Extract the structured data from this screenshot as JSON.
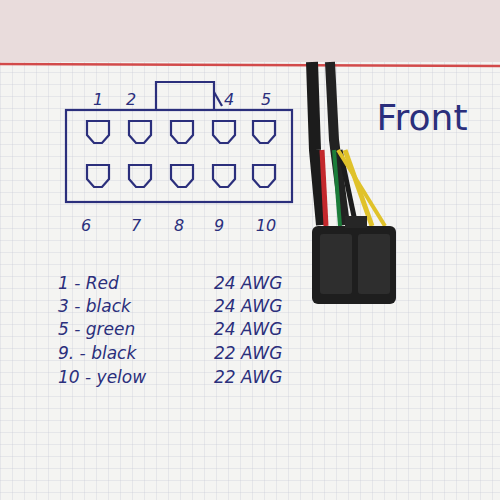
{
  "diagram": {
    "labels": [
      "1",
      "2",
      "4",
      "5",
      "6",
      "7",
      "8",
      "9",
      "10",
      "Front",
      "1 - Red",
      "24 AWG",
      "3 - black",
      "24 AWG",
      "5 - green",
      "24 AWG",
      "9. - black",
      "22 AWG",
      "10 - yelow",
      "22 AWG"
    ]
  }
}
